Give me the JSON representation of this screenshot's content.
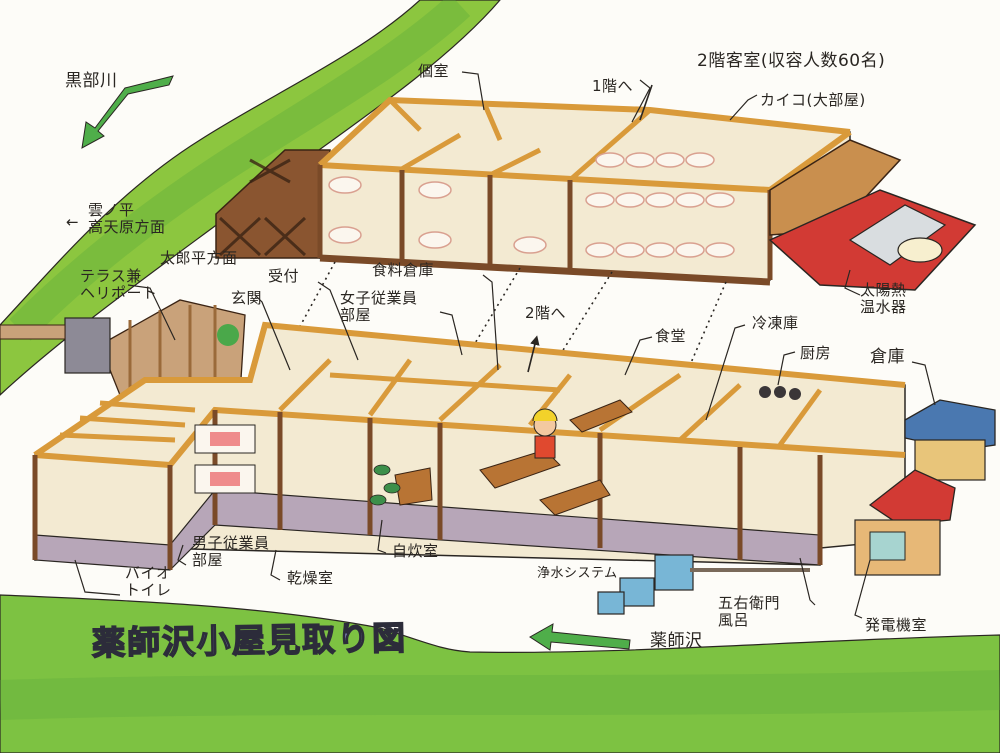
{
  "map": {
    "title": "薬師沢小屋見取り図",
    "colors": {
      "river_green": "#8cc63f",
      "river_dark": "#5aa83a",
      "wood": "#d99a3a",
      "wood_dark": "#7a4a28",
      "wall": "#f3ead2",
      "foundation": "#b7a6b8",
      "roof_red": "#d23a34",
      "roof_blue": "#4a78b0",
      "title_fill": "#8f93d6",
      "arrow_green": "#4fae4a"
    }
  },
  "directions": {
    "kurobe_river": "黒部川",
    "kumonodaira": "雲ノ平\n高天原方面",
    "kumonodaira_arrow": "←",
    "tarodaira": "太郎平方面",
    "yakushizawa": "薬師沢"
  },
  "floor2": {
    "heading": "2階客室(収容人数60名)",
    "labels": {
      "private_room": "個室",
      "to_floor1": "1階へ",
      "kaiko": "カイコ(大部屋)",
      "solar_heater": "太陽熱\n温水器"
    }
  },
  "floor1": {
    "labels": {
      "terrace": "テラス兼\nヘリポート",
      "reception": "受付",
      "entrance": "玄関",
      "food_storage": "食料倉庫",
      "female_staff": "女子従業員\n部屋",
      "to_floor2": "2階へ",
      "dining": "食堂",
      "freezer": "冷凍庫",
      "kitchen": "厨房",
      "warehouse": "倉庫",
      "male_staff": "男子従業員\n部屋",
      "drying_room": "乾燥室",
      "self_cooking": "自炊室",
      "bio_toilet": "バイオ\nトイレ",
      "water_system": "浄水システム",
      "goemon_bath": "五右衛門\n風呂",
      "generator": "発電機室"
    }
  }
}
